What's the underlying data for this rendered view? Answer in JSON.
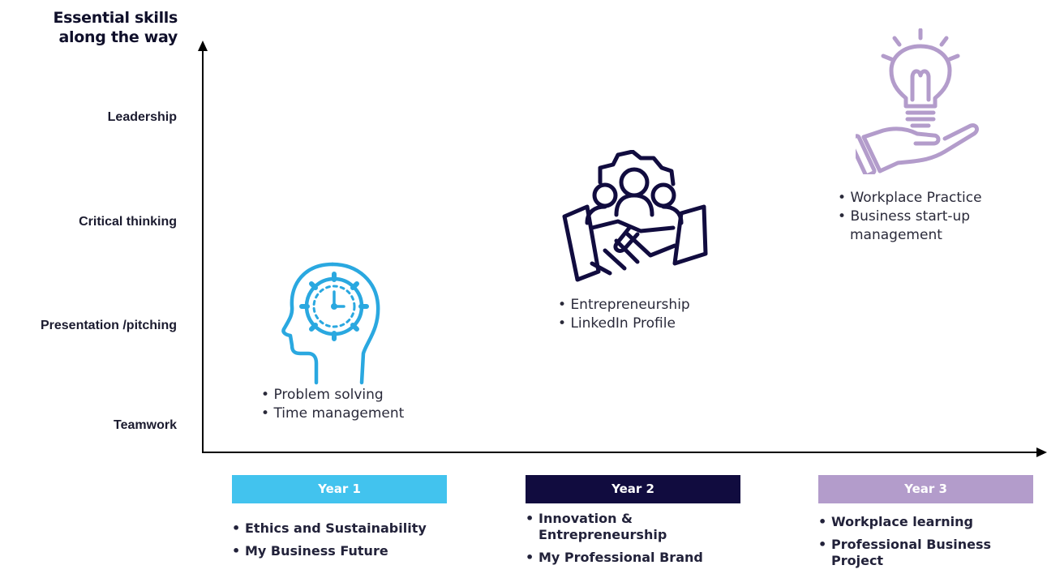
{
  "title_line1": "Essential skills",
  "title_line2": "along the way",
  "skills_axis": [
    "Leadership",
    "Critical thinking",
    "Presentation /pitching",
    "Teamwork"
  ],
  "years": [
    {
      "label": "Year 1",
      "color": "#42c3ee",
      "skills": [
        "Problem solving",
        "Time management"
      ],
      "modules": [
        "Ethics and Sustainability",
        "My Business Future"
      ],
      "icon": "head-clock-gear-icon"
    },
    {
      "label": "Year 2",
      "color": "#110c3f",
      "skills": [
        "Entrepreneurship",
        "LinkedIn Profile"
      ],
      "modules": [
        "Innovation & Entrepreneurship",
        "My Professional Brand"
      ],
      "icon": "handshake-team-gear-icon"
    },
    {
      "label": "Year 3",
      "color": "#b39ccb",
      "skills": [
        "Workplace Practice",
        "Business start-up management"
      ],
      "modules": [
        "Workplace learning",
        "Professional Business Project"
      ],
      "icon": "lightbulb-hand-icon"
    }
  ]
}
